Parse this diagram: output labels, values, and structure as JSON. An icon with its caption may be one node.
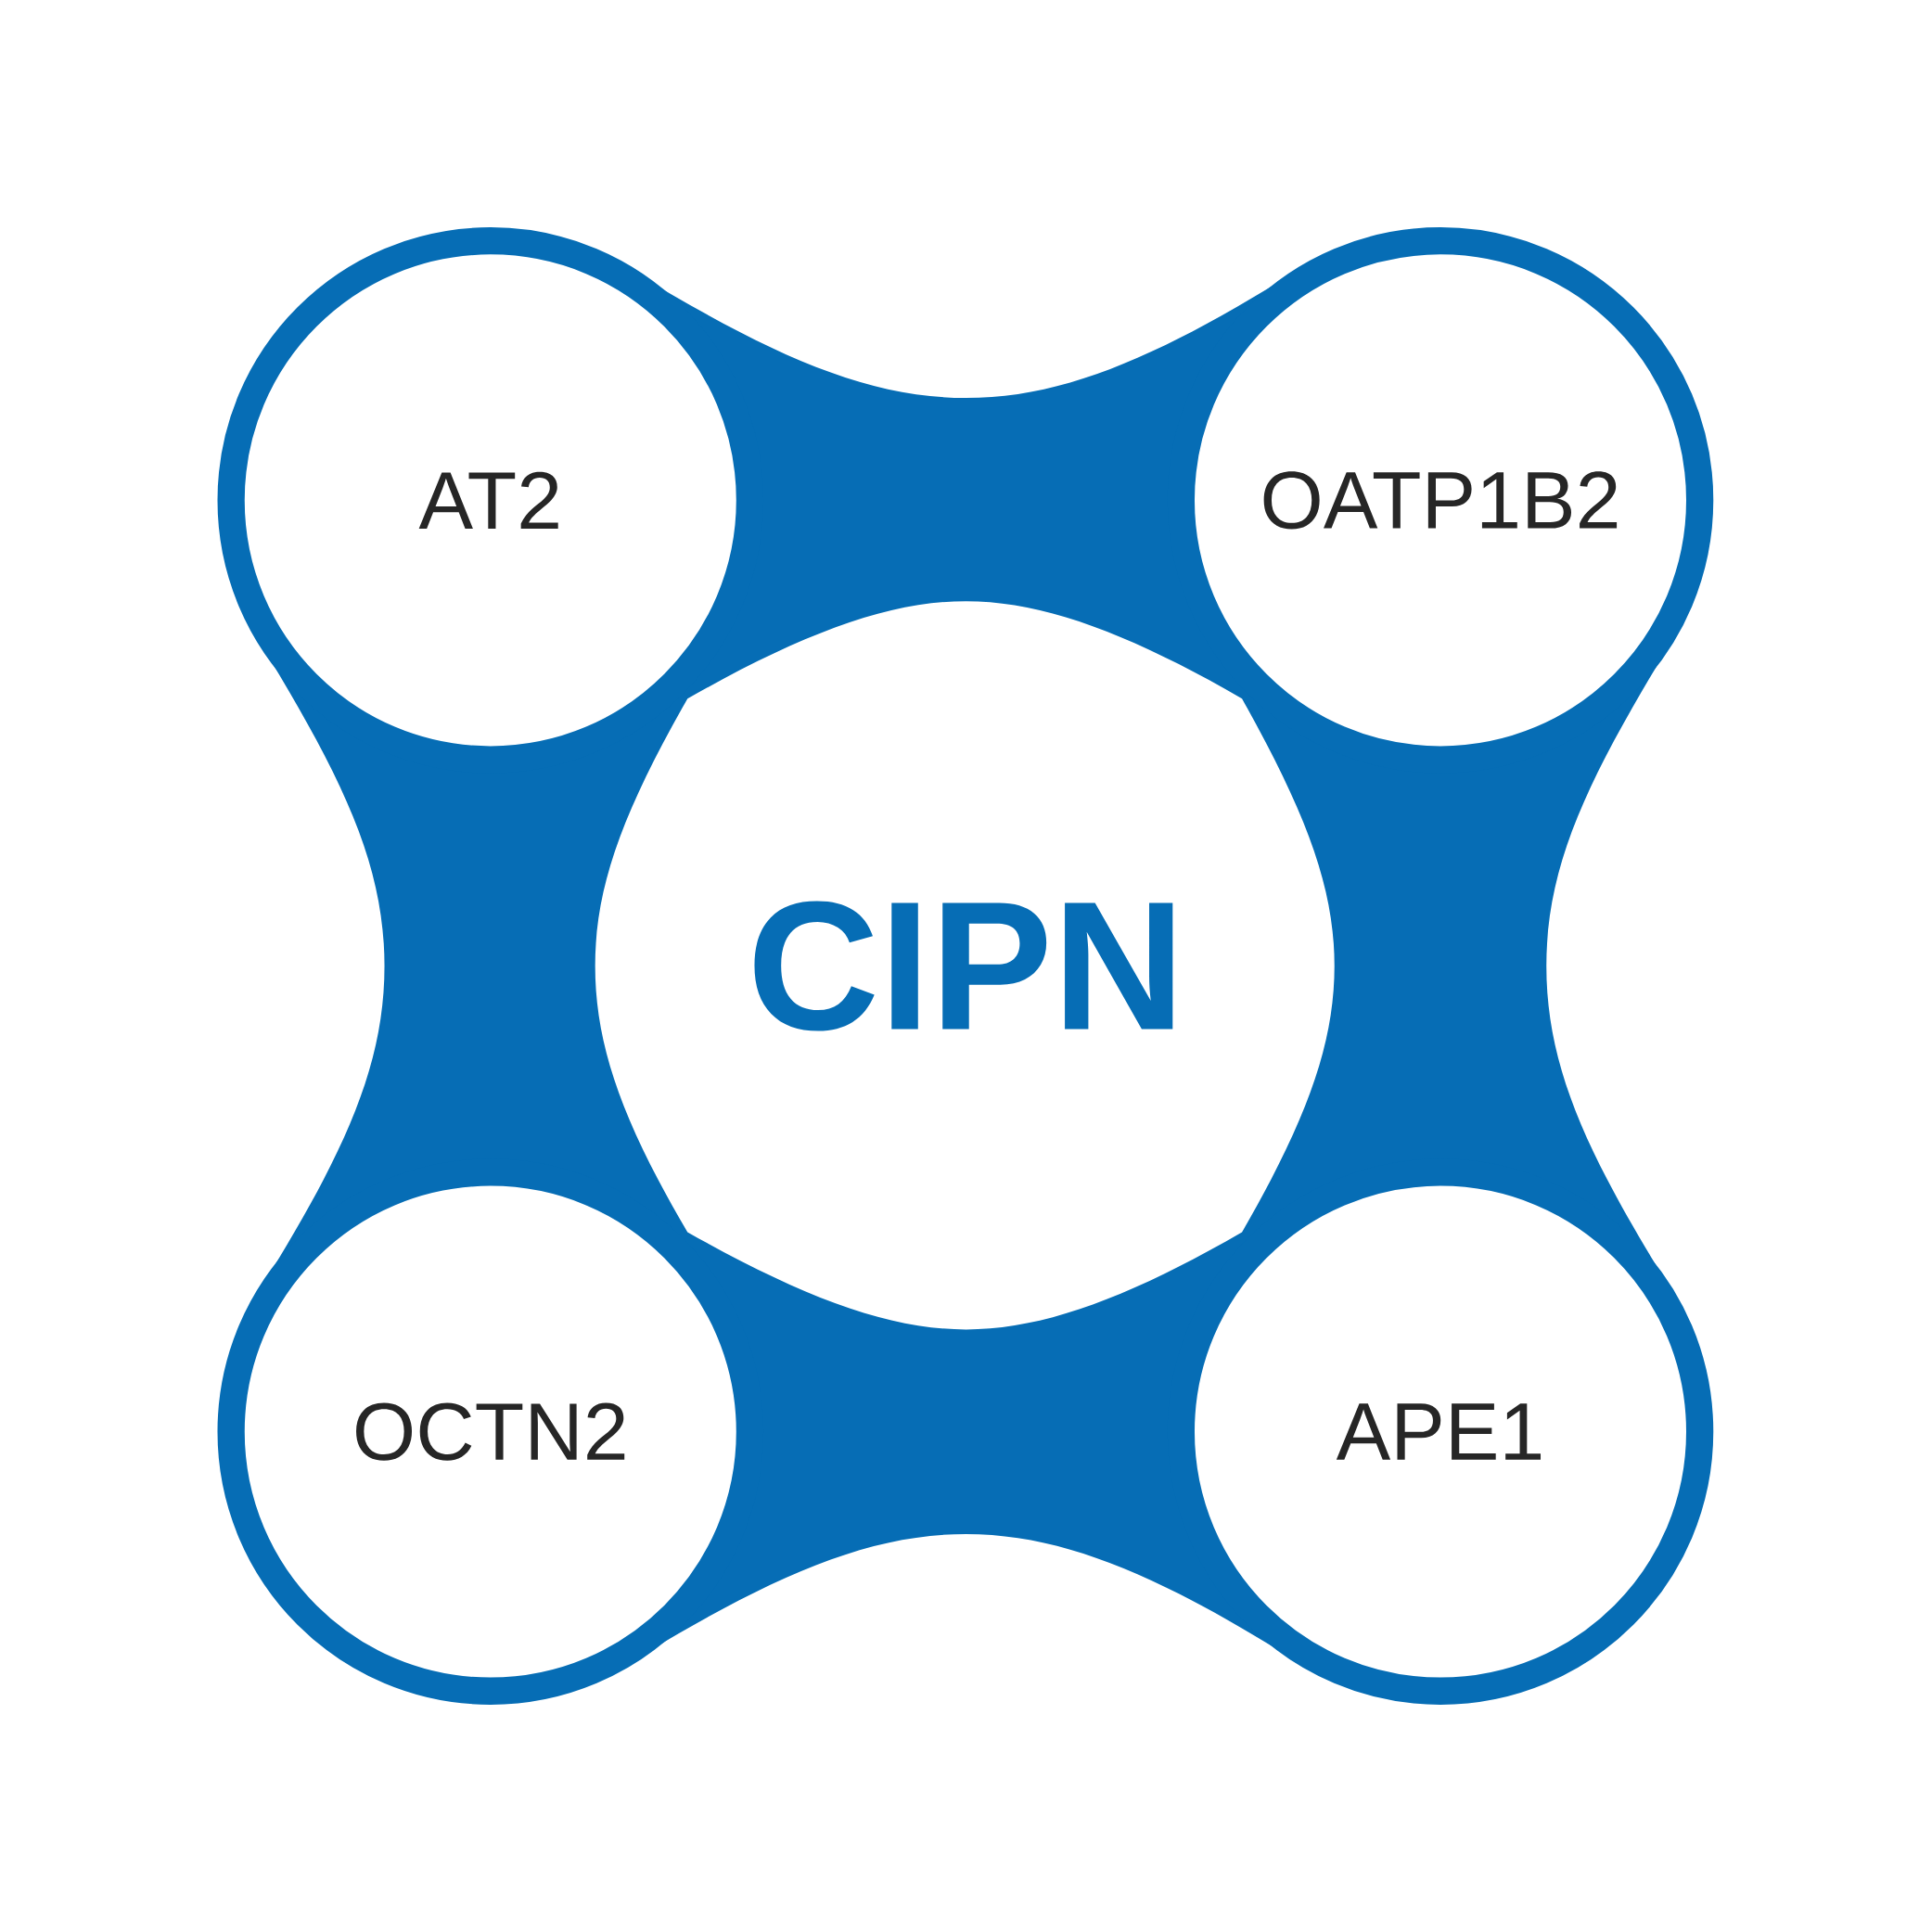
{
  "diagram": {
    "nodes": [
      {
        "text": [
          "AT2"
        ]
      },
      {
        "text": [
          "OATP1B2"
        ]
      },
      {
        "text": [
          "CIPN"
        ]
      },
      {
        "text": [
          "OCTN2"
        ]
      },
      {
        "text": [
          "APE1"
        ]
      }
    ]
  }
}
